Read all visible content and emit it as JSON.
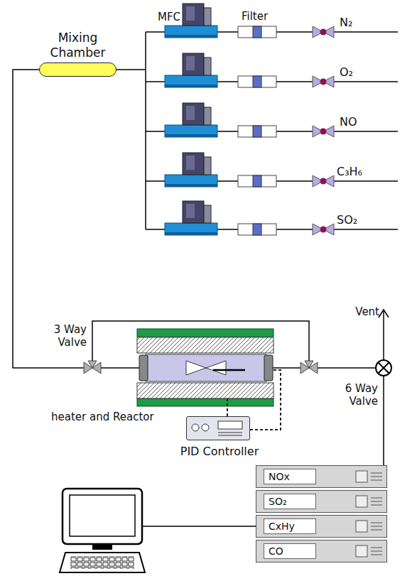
{
  "diagram": {
    "nodes": [
      {
        "text": [
          "Mixing Chamber"
        ]
      },
      {
        "text": [
          "PID Controller"
        ]
      },
      {
        "text": [
          "NOx"
        ]
      },
      {
        "text": [
          "SO₂"
        ]
      },
      {
        "text": [
          "CxHy"
        ]
      },
      {
        "text": [
          "CO"
        ]
      }
    ],
    "edges": [
      {
        "from": 0,
        "to": 2,
        "arrow": "none"
      }
    ],
    "labels": [
      "MFC",
      "Filter",
      "N₂",
      "O₂",
      "NO",
      "C₃H₆",
      "SO₂",
      "3 Way Valve",
      "heater and Reactor",
      "Vent",
      "6 Way Valve"
    ]
  }
}
